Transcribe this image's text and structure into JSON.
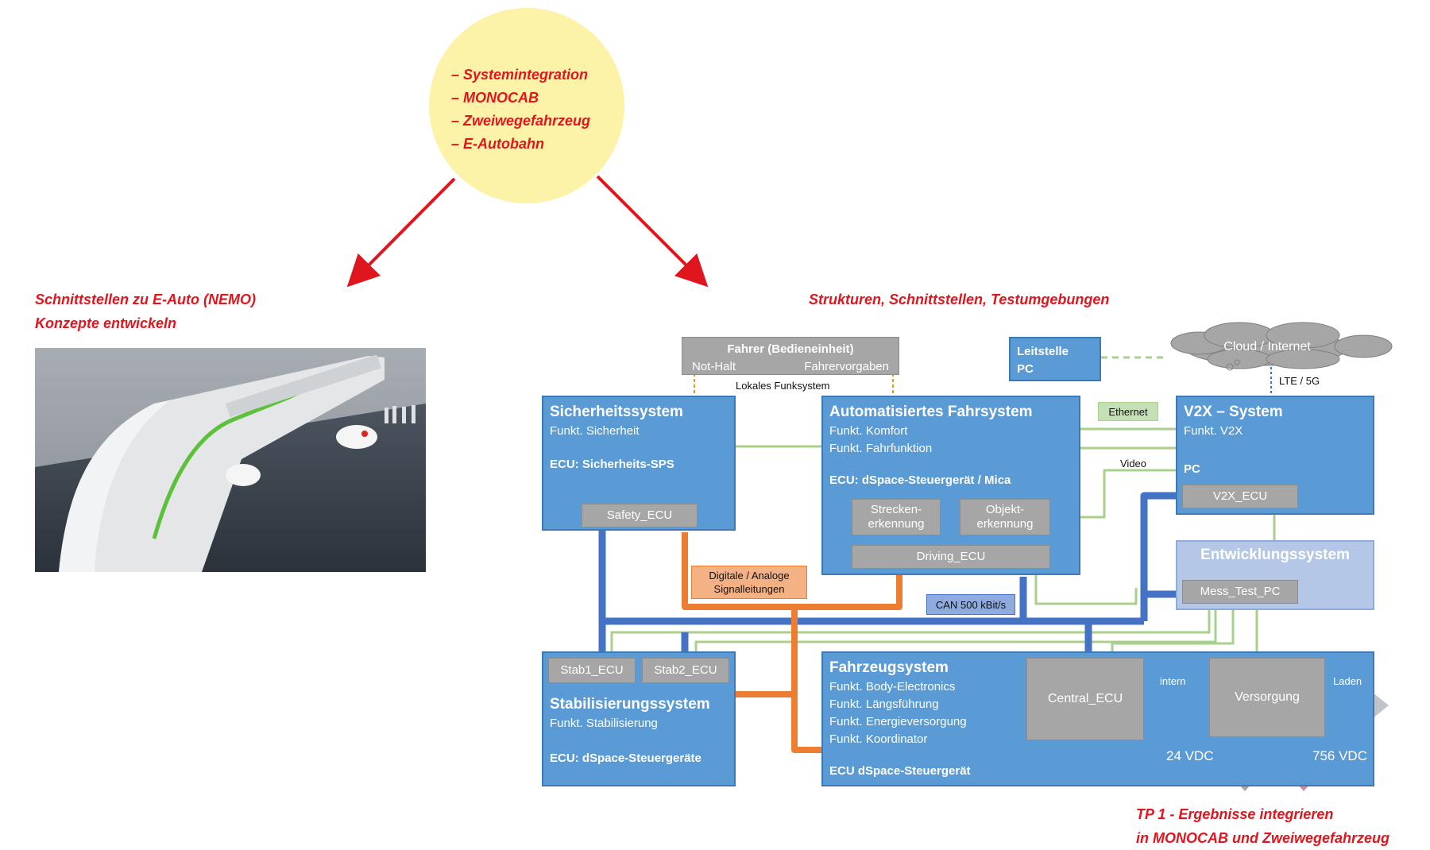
{
  "circle": {
    "items": [
      "– Systemintegration",
      "– MONOCAB",
      "– Zweiwegefahrzeug",
      "– E-Autobahn"
    ]
  },
  "left_heading": {
    "line1": "Schnittstellen zu E-Auto (NEMO)",
    "line2": "Konzepte entwickeln"
  },
  "right_heading": "Strukturen, Schnittstellen, Testumgebungen",
  "bottom_note": {
    "line1": "TP 1 - Ergebnisse integrieren",
    "line2": "in MONOCAB und Zweiwegefahrzeug"
  },
  "fahrer": {
    "title": "Fahrer (Bedieneinheit)",
    "left": "Not-Halt",
    "right": "Fahrervorgaben",
    "link": "Lokales Funksystem"
  },
  "leitstelle": {
    "line1": "Leitstelle",
    "line2": "PC"
  },
  "cloud": {
    "label": "Cloud / Internet",
    "link": "LTE / 5G"
  },
  "sicherheit": {
    "title": "Sicherheitssystem",
    "func": "Funkt. Sicherheit",
    "ecu": "ECU:  Sicherheits-SPS",
    "unit": "Safety_ECU"
  },
  "auto": {
    "title": "Automatisiertes Fahrsystem",
    "func1": "Funkt. Komfort",
    "func2": "Funkt. Fahrfunktion",
    "ecu": "ECU: dSpace-Steuergerät / Mica",
    "unit1": "Strecken-\nerkennung",
    "unit2": "Objekt-\nerkennung",
    "unit3": "Driving_ECU"
  },
  "v2x": {
    "title": "V2X – System",
    "func": "Funkt. V2X",
    "pc": "PC",
    "unit": "V2X_ECU"
  },
  "entwicklung": {
    "title": "Entwicklungssystem",
    "unit": "Mess_Test_PC"
  },
  "stab": {
    "title": "Stabilisierungssystem",
    "func": "Funkt. Stabilisierung",
    "ecu": "ECU: dSpace-Steuergeräte",
    "unit1": "Stab1_ECU",
    "unit2": "Stab2_ECU"
  },
  "fahrzeug": {
    "title": "Fahrzeugsystem",
    "func1": "Funkt. Body-Electronics",
    "func2": "Funkt. Längsführung",
    "func3": "Funkt. Energieversorgung",
    "func4": "Funkt. Koordinator",
    "ecu": "ECU dSpace-Steuergerät",
    "central": "Central_ECU",
    "versorgung": "Versorgung",
    "intern": "intern",
    "laden": "Laden",
    "v24": "24 VDC",
    "v756": "756 VDC"
  },
  "labels": {
    "ethernet": "Ethernet",
    "video": "Video",
    "can": "CAN 500 kBit/s",
    "signal": "Digitale / Analoge\nSignalleitungen"
  },
  "colors": {
    "red": "#e0161e",
    "box_blue": "#5b9bd5",
    "bus_blue": "#4472c4",
    "orange": "#ed7d31",
    "green_line": "#a9d18e",
    "gray": "#a6a6a6"
  }
}
